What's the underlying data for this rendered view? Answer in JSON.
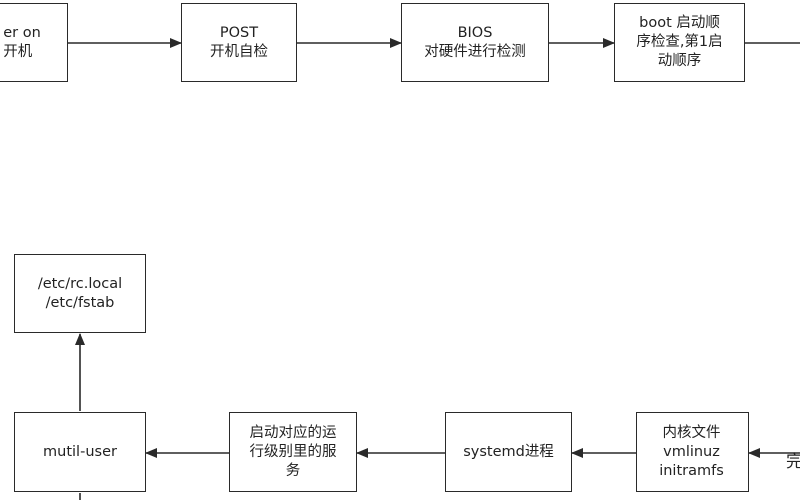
{
  "nodes": {
    "power_on": "er on\n开机",
    "post": "POST\n开机自检",
    "bios": "BIOS\n对硬件进行检测",
    "boot": "boot 启动顺\n序检查,第1启\n动顺序",
    "rc_local": "/etc/rc.local\n/etc/fstab",
    "mutil_user": "mutil-user",
    "runlevel": "启动对应的运\n行级别里的服\n务",
    "systemd": "systemd进程",
    "kernel": "内核文件\nvmlinuz\ninitramfs"
  },
  "edge_label_right": "完",
  "colors": {
    "line": "#2a2a2a",
    "text": "#222222",
    "background": "#ffffff"
  }
}
